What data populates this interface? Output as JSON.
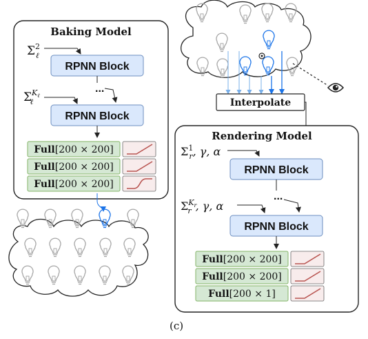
{
  "baking_model": {
    "title": "Baking Model",
    "input_first": {
      "base": "Σ",
      "sup": "2",
      "sub": "ℓ"
    },
    "input_last": {
      "base": "Σ",
      "sup": "K",
      "sup_sub": "ℓ",
      "sub": "ℓ"
    },
    "block_label": "RPNN Block",
    "ellipsis": "...",
    "layers": [
      {
        "bold": "Full",
        "rest": "[200 × 200]",
        "activation": "relu"
      },
      {
        "bold": "Full",
        "rest": "[200 × 200]",
        "activation": "relu"
      },
      {
        "bold": "Full",
        "rest": "[200 × 200]",
        "activation": "sigmoid"
      }
    ]
  },
  "interpolate_label": "Interpolate",
  "rendering_model": {
    "title": "Rendering Model",
    "input_first": {
      "base": "Σ",
      "sup": "1",
      "sub": "r",
      "tail": ", γ, α"
    },
    "input_last": {
      "base": "Σ",
      "sup": "K",
      "sup_sub": "r",
      "sub": "r",
      "tail": ", γ, α"
    },
    "block_label": "RPNN Block",
    "ellipsis": "...",
    "layers": [
      {
        "bold": "Full",
        "rest": "[200 × 200]",
        "activation": "relu"
      },
      {
        "bold": "Full",
        "rest": "[200 × 200]",
        "activation": "relu"
      },
      {
        "bold": "Full",
        "rest": "[200 × 1]",
        "activation": "relu"
      }
    ]
  },
  "caption": "(c)",
  "colors": {
    "block_fill": "#dae8fc",
    "block_stroke": "#6c8ebf",
    "layer_fill": "#d5e8d4",
    "layer_stroke": "#82b366",
    "activation_fill": "#f8ecec",
    "activation_curve": "#b85450",
    "highlight_blue": "#1a73e8",
    "gray_bulb": "#a6a6a6"
  }
}
